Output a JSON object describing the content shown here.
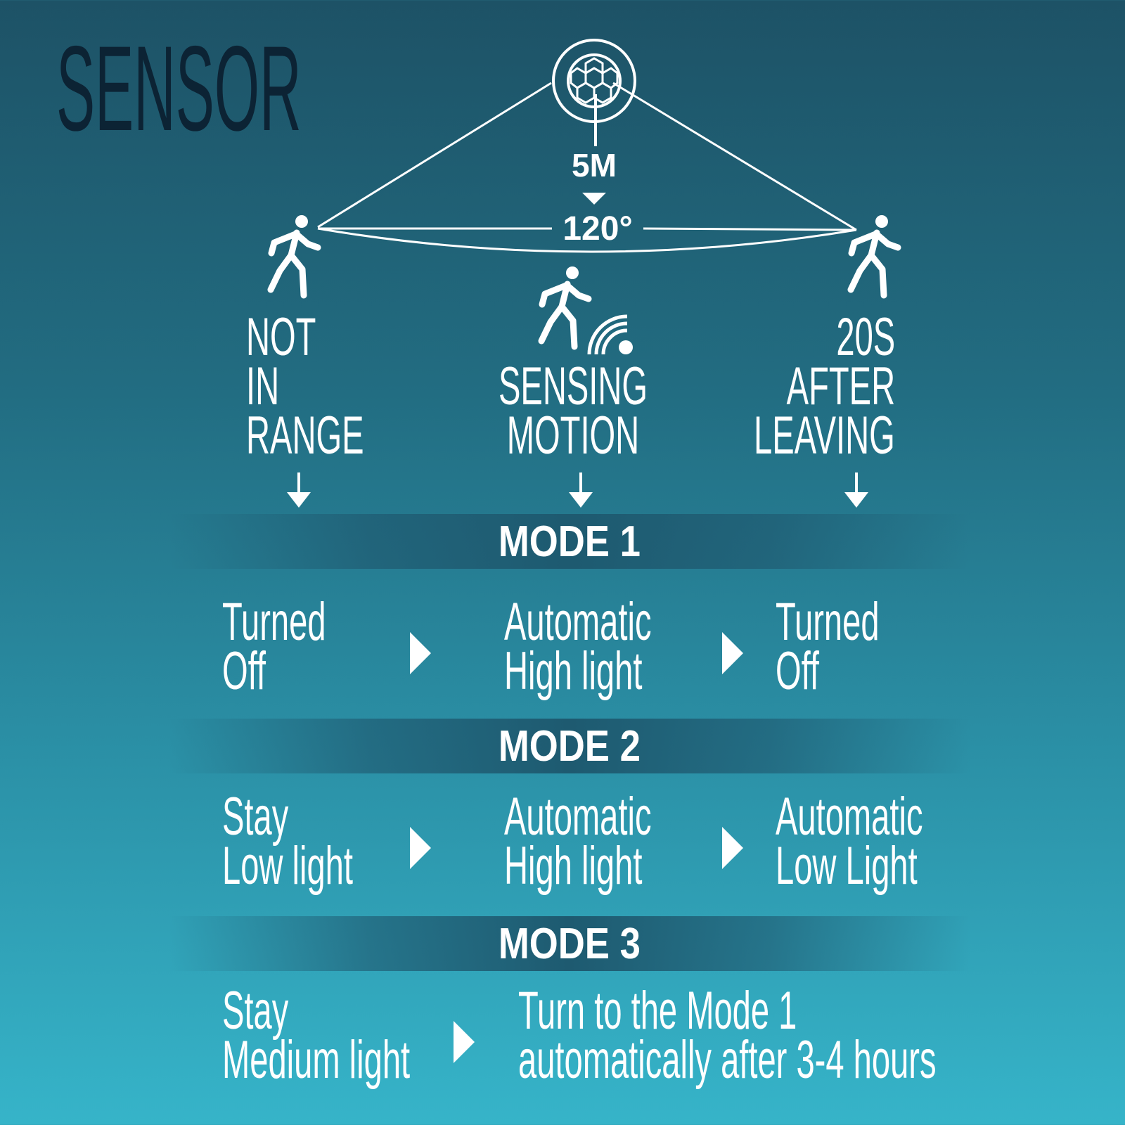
{
  "title": "SENSOR",
  "sensor": {
    "range": "5M",
    "angle": "120°"
  },
  "states": {
    "left": [
      "NOT",
      "IN",
      "RANGE"
    ],
    "middle": [
      "SENSING",
      "MOTION"
    ],
    "right": [
      "20S",
      "AFTER",
      "LEAVING"
    ]
  },
  "modes": [
    {
      "label": "MODE 1",
      "cells": [
        [
          "Turned",
          "Off"
        ],
        [
          "Automatic",
          "High light"
        ],
        [
          "Turned",
          "Off"
        ]
      ]
    },
    {
      "label": "MODE 2",
      "cells": [
        [
          "Stay",
          "Low light"
        ],
        [
          "Automatic",
          "High light"
        ],
        [
          "Automatic",
          "Low Light"
        ]
      ]
    },
    {
      "label": "MODE 3",
      "cells": [
        [
          "Stay",
          "Medium light"
        ],
        [
          "Turn to the Mode 1",
          "automatically after 3-4 hours"
        ]
      ]
    }
  ],
  "colors": {
    "bg_top": "#1d5266",
    "bg_bottom": "#36b4c9",
    "title": "#0c2334",
    "band": "#1e5a70"
  }
}
